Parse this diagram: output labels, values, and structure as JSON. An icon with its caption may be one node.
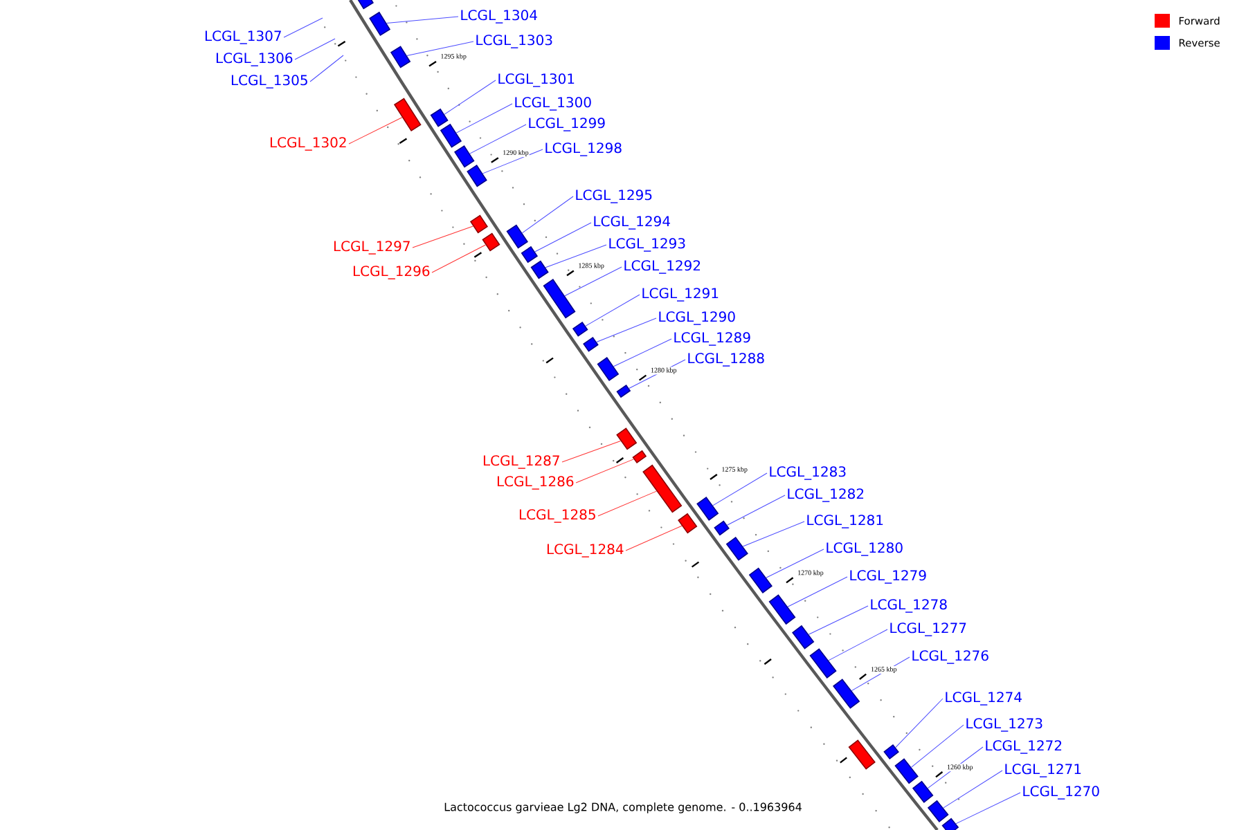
{
  "diagram": {
    "caption": "Lactococcus garvieae Lg2 DNA, complete genome. - 0..1963964",
    "nodes": [
      {
        "text": [
          "LCGL_1304"
        ]
      },
      {
        "text": [
          "LCGL_1307"
        ]
      },
      {
        "text": [
          "LCGL_1303"
        ]
      },
      {
        "text": [
          "LCGL_1306"
        ]
      },
      {
        "text": [
          "LCGL_1301"
        ]
      },
      {
        "text": [
          "LCGL_1305"
        ]
      },
      {
        "text": [
          "LCGL_1300"
        ]
      },
      {
        "text": [
          "LCGL_1299"
        ]
      },
      {
        "text": [
          "LCGL_1302"
        ]
      },
      {
        "text": [
          "LCGL_1298"
        ]
      },
      {
        "text": [
          "LCGL_1295"
        ]
      },
      {
        "text": [
          "LCGL_1294"
        ]
      },
      {
        "text": [
          "LCGL_1293"
        ]
      },
      {
        "text": [
          "LCGL_1297"
        ]
      },
      {
        "text": [
          "LCGL_1292"
        ]
      },
      {
        "text": [
          "LCGL_1296"
        ]
      },
      {
        "text": [
          "LCGL_1291"
        ]
      },
      {
        "text": [
          "LCGL_1290"
        ]
      },
      {
        "text": [
          "LCGL_1289"
        ]
      },
      {
        "text": [
          "LCGL_1288"
        ]
      },
      {
        "text": [
          "LCGL_1287"
        ]
      },
      {
        "text": [
          "LCGL_1283"
        ]
      },
      {
        "text": [
          "LCGL_1286"
        ]
      },
      {
        "text": [
          "LCGL_1282"
        ]
      },
      {
        "text": [
          "LCGL_1285"
        ]
      },
      {
        "text": [
          "LCGL_1281"
        ]
      },
      {
        "text": [
          "LCGL_1280"
        ]
      },
      {
        "text": [
          "LCGL_1284"
        ]
      },
      {
        "text": [
          "LCGL_1279"
        ]
      },
      {
        "text": [
          "LCGL_1278"
        ]
      },
      {
        "text": [
          "LCGL_1277"
        ]
      },
      {
        "text": [
          "LCGL_1276"
        ]
      },
      {
        "text": [
          "LCGL_1274"
        ]
      },
      {
        "text": [
          "LCGL_1273"
        ]
      },
      {
        "text": [
          "LCGL_1272"
        ]
      },
      {
        "text": [
          "LCGL_1271"
        ]
      },
      {
        "text": [
          "LCGL_1270"
        ]
      },
      {
        "text": [],
        "shape": "bar"
      },
      {
        "text": [],
        "shape": "bar"
      },
      {
        "text": [],
        "shape": "bar"
      },
      {
        "text": [],
        "shape": "bar"
      },
      {
        "text": [],
        "shape": "bar"
      },
      {
        "text": [],
        "shape": "bar"
      },
      {
        "text": [],
        "shape": "bar"
      },
      {
        "text": [],
        "shape": "bar"
      },
      {
        "text": [],
        "shape": "bar"
      },
      {
        "text": [],
        "shape": "bar"
      },
      {
        "text": [],
        "shape": "bar"
      },
      {
        "text": [],
        "shape": "bar"
      },
      {
        "text": [],
        "shape": "bar"
      },
      {
        "text": [],
        "shape": "bar"
      },
      {
        "text": [],
        "shape": "bar"
      },
      {
        "text": [],
        "shape": "bar"
      },
      {
        "text": [],
        "shape": "bar"
      },
      {
        "text": [],
        "shape": "bar"
      },
      {
        "text": [],
        "shape": "bar"
      },
      {
        "text": [],
        "shape": "bar"
      },
      {
        "text": [],
        "shape": "bar"
      },
      {
        "text": [],
        "shape": "bar"
      },
      {
        "text": [],
        "shape": "bar"
      },
      {
        "text": [],
        "shape": "bar"
      },
      {
        "text": [],
        "shape": "bar"
      },
      {
        "text": [],
        "shape": "bar"
      },
      {
        "text": [],
        "shape": "bar"
      },
      {
        "text": [],
        "shape": "bar"
      },
      {
        "text": [],
        "shape": "bar"
      },
      {
        "text": [],
        "shape": "bar"
      },
      {
        "text": [],
        "shape": "bar"
      },
      {
        "text": [],
        "shape": "bar"
      },
      {
        "text": [],
        "shape": "bar"
      },
      {
        "text": [],
        "shape": "bar"
      },
      {
        "text": [],
        "shape": "bar"
      },
      {
        "text": [],
        "shape": "bar"
      }
    ],
    "edges": [
      {
        "from": 0,
        "to": 38,
        "arrow": "none"
      },
      {
        "from": 1,
        "to": null,
        "arrow": "none"
      },
      {
        "from": 2,
        "to": 39,
        "arrow": "none"
      },
      {
        "from": 3,
        "to": null,
        "arrow": "none"
      },
      {
        "from": 4,
        "to": 41,
        "arrow": "none"
      },
      {
        "from": 5,
        "to": null,
        "arrow": "none"
      },
      {
        "from": 6,
        "to": 42,
        "arrow": "none"
      },
      {
        "from": 7,
        "to": 43,
        "arrow": "none"
      },
      {
        "from": 8,
        "to": 40,
        "arrow": "none",
        "color": "#ff3333"
      },
      {
        "from": 9,
        "to": 44,
        "arrow": "none"
      },
      {
        "from": 10,
        "to": 47,
        "arrow": "none"
      },
      {
        "from": 11,
        "to": 48,
        "arrow": "none"
      },
      {
        "from": 12,
        "to": 49,
        "arrow": "none"
      },
      {
        "from": 13,
        "to": 45,
        "arrow": "none",
        "color": "#ff3333"
      },
      {
        "from": 14,
        "to": 50,
        "arrow": "none"
      },
      {
        "from": 15,
        "to": 46,
        "arrow": "none",
        "color": "#ff3333"
      },
      {
        "from": 16,
        "to": 51,
        "arrow": "none"
      },
      {
        "from": 17,
        "to": 52,
        "arrow": "none"
      },
      {
        "from": 18,
        "to": 53,
        "arrow": "none"
      },
      {
        "from": 19,
        "to": 54,
        "arrow": "none"
      },
      {
        "from": 20,
        "to": 55,
        "arrow": "none",
        "color": "#ff3333"
      },
      {
        "from": 21,
        "to": 59,
        "arrow": "none"
      },
      {
        "from": 22,
        "to": 56,
        "arrow": "none",
        "color": "#ff3333"
      },
      {
        "from": 23,
        "to": 60,
        "arrow": "none"
      },
      {
        "from": 24,
        "to": 57,
        "arrow": "none",
        "color": "#ff3333"
      },
      {
        "from": 25,
        "to": 61,
        "arrow": "none"
      },
      {
        "from": 26,
        "to": 62,
        "arrow": "none"
      },
      {
        "from": 27,
        "to": 58,
        "arrow": "none",
        "color": "#ff3333"
      },
      {
        "from": 28,
        "to": 63,
        "arrow": "none"
      },
      {
        "from": 29,
        "to": 64,
        "arrow": "none"
      },
      {
        "from": 30,
        "to": 65,
        "arrow": "none"
      },
      {
        "from": 31,
        "to": 66,
        "arrow": "none"
      },
      {
        "from": 32,
        "to": 68,
        "arrow": "none"
      },
      {
        "from": 33,
        "to": 69,
        "arrow": "none"
      },
      {
        "from": 34,
        "to": 70,
        "arrow": "none"
      },
      {
        "from": 35,
        "to": 71,
        "arrow": "none"
      },
      {
        "from": 36,
        "to": 72,
        "arrow": "none"
      }
    ],
    "labels": [
      "1295 kbp",
      "1290 kbp",
      "1285 kbp",
      "1280 kbp",
      "1275 kbp",
      "1270 kbp",
      "1265 kbp",
      "1260 kbp"
    ],
    "legend": [
      {
        "text": "Forward",
        "color": "#ff0000"
      },
      {
        "text": "Reverse",
        "color": "#0000ff"
      }
    ]
  }
}
